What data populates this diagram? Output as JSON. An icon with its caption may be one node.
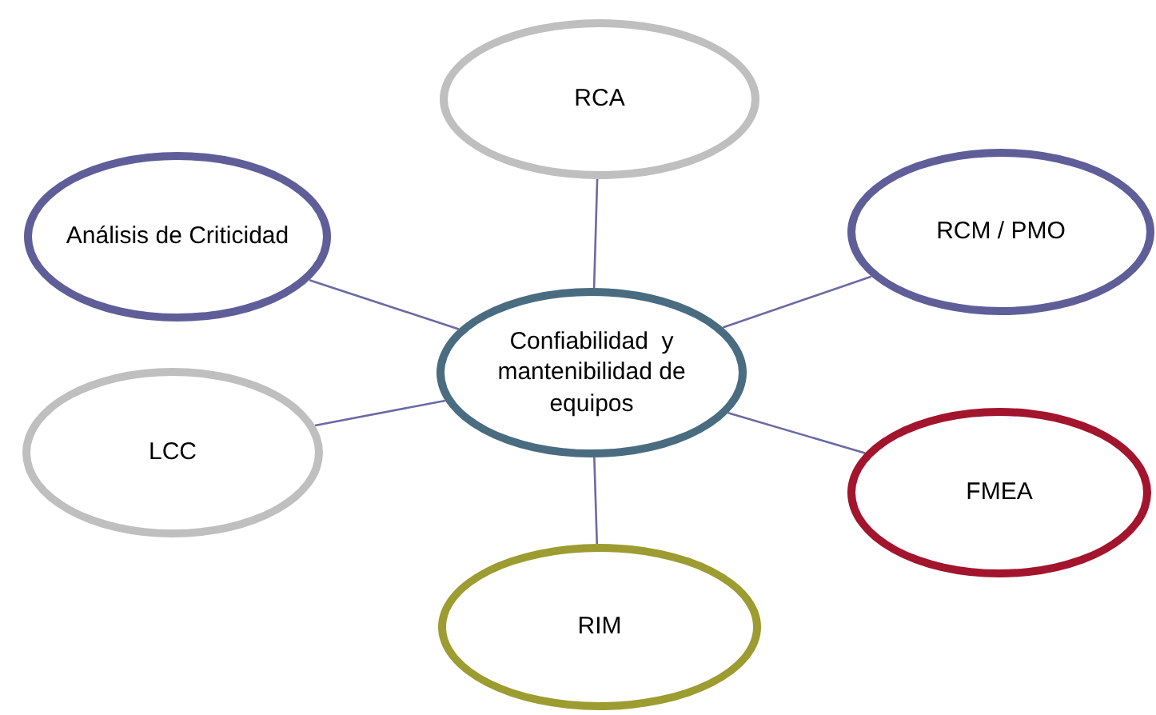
{
  "diagram": {
    "nodes": [
      {
        "text": [
          "Confiabilidad  y mantenibilidad de equipos"
        ]
      },
      {
        "text": [
          "RCA"
        ]
      },
      {
        "text": [
          "Análisis de Criticidad"
        ]
      },
      {
        "text": [
          "RCM / PMO"
        ]
      },
      {
        "text": [
          "LCC"
        ]
      },
      {
        "text": [
          "FMEA"
        ]
      },
      {
        "text": [
          "RIM"
        ]
      }
    ],
    "edges": [
      {
        "from": 0,
        "to": 1,
        "arrow": "none"
      },
      {
        "from": 0,
        "to": 2,
        "arrow": "none"
      },
      {
        "from": 0,
        "to": 3,
        "arrow": "none"
      },
      {
        "from": 0,
        "to": 4,
        "arrow": "none"
      },
      {
        "from": 0,
        "to": 5,
        "arrow": "none"
      },
      {
        "from": 0,
        "to": 6,
        "arrow": "none"
      }
    ]
  }
}
